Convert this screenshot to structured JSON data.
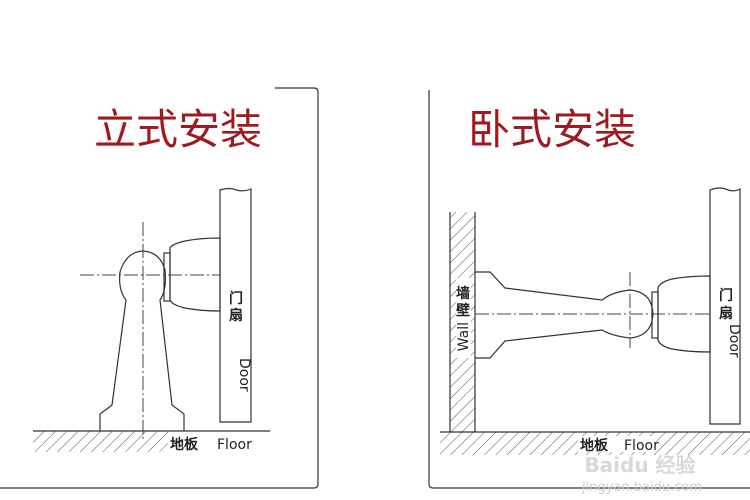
{
  "left_panel": {
    "title": "立式安装",
    "door_label_cn": "门扇",
    "door_label_en": "Door",
    "floor_label_cn": "地板",
    "floor_label_en": "Floor"
  },
  "right_panel": {
    "title": "卧式安装",
    "wall_label_cn": "墙壁",
    "wall_label_en": "Wall",
    "door_label_cn": "门扇",
    "door_label_en": "Door",
    "floor_label_cn": "地板",
    "floor_label_en": "Floor"
  },
  "colors": {
    "title": "#9e1a1e",
    "line": "#333333"
  },
  "watermark": {
    "brand": "Baidu 经验",
    "url": "jingyan.baidu.com"
  }
}
